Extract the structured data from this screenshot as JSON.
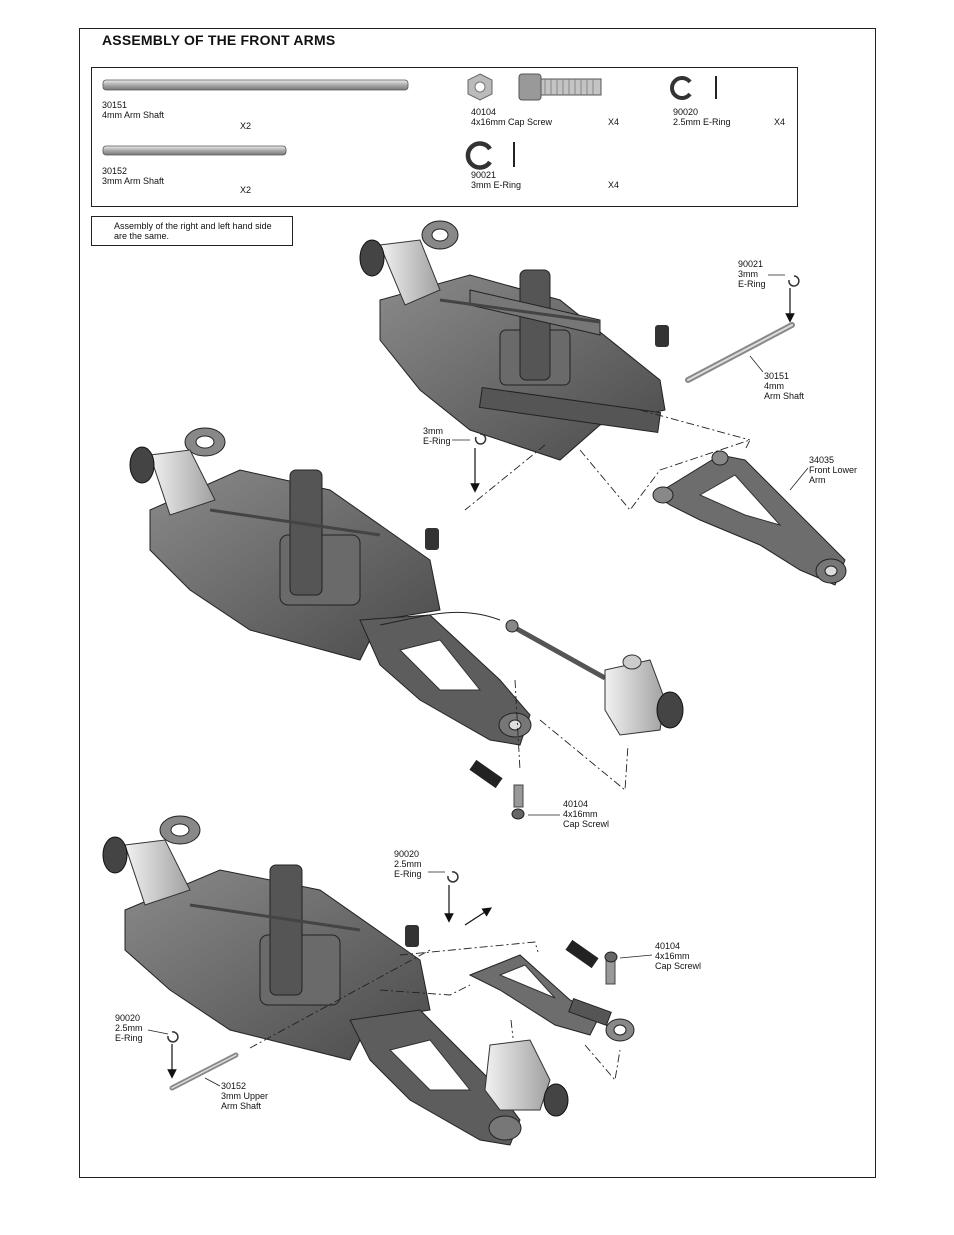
{
  "title": "ASSEMBLY OF THE FRONT ARMS",
  "note": {
    "line1": "Assembly of the right and left hand side",
    "line2": "are the same."
  },
  "parts": [
    {
      "code": "30151",
      "name": "4mm Arm Shaft",
      "qty": "X2"
    },
    {
      "code": "30152",
      "name": "3mm Arm Shaft",
      "qty": "X2"
    },
    {
      "code": "40104",
      "name": "4x16mm Cap Screw",
      "qty": "X4"
    },
    {
      "code": "90021",
      "name": "3mm E-Ring",
      "qty": "X4"
    },
    {
      "code": "90020",
      "name": "2.5mm E-Ring",
      "qty": "X4"
    }
  ],
  "callouts": {
    "s1_ering": {
      "l1": "90021",
      "l2": "3mm",
      "l3": "E-Ring"
    },
    "s1_shaft": {
      "l1": "30151",
      "l2": "4mm",
      "l3": "Arm Shaft"
    },
    "s1_arm": {
      "l1": "34035",
      "l2": "Front Lower",
      "l3": "Arm"
    },
    "s1_ering2": {
      "l1": "3mm",
      "l2": "E-Ring"
    },
    "s2_screw": {
      "l1": "40104",
      "l2": "4x16mm",
      "l3": "Cap Screwl"
    },
    "s3_ering_top": {
      "l1": "90020",
      "l2": "2.5mm",
      "l3": "E-Ring"
    },
    "s3_screw": {
      "l1": "40104",
      "l2": "4x16mm",
      "l3": "Cap Screwl"
    },
    "s3_ering_left": {
      "l1": "90020",
      "l2": "2.5mm",
      "l3": "E-Ring"
    },
    "s3_shaft": {
      "l1": "30152",
      "l2": "3mm Upper",
      "l3": "Arm Shaft"
    }
  }
}
